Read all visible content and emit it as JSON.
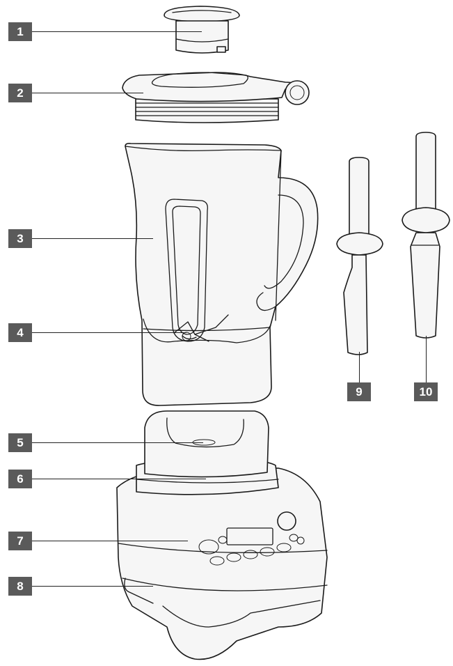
{
  "colors": {
    "callout_bg": "#5a5a5a",
    "callout_text": "#ffffff",
    "stroke": "#1a1a1a",
    "fill": "#f6f6f6"
  },
  "callouts": [
    {
      "id": "1",
      "label": "1"
    },
    {
      "id": "2",
      "label": "2"
    },
    {
      "id": "3",
      "label": "3"
    },
    {
      "id": "4",
      "label": "4"
    },
    {
      "id": "5",
      "label": "5"
    },
    {
      "id": "6",
      "label": "6"
    },
    {
      "id": "7",
      "label": "7"
    },
    {
      "id": "8",
      "label": "8"
    },
    {
      "id": "9",
      "label": "9"
    },
    {
      "id": "10",
      "label": "10"
    }
  ]
}
